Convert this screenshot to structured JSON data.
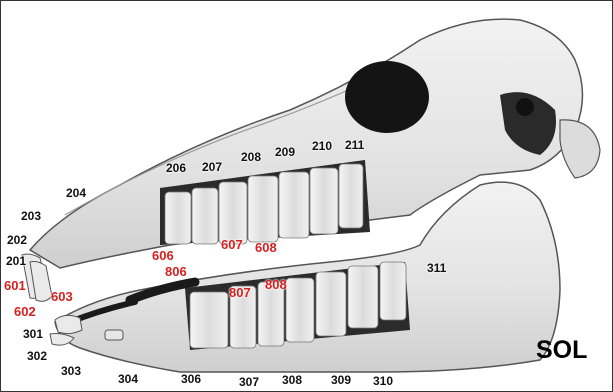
{
  "caption": "SOL",
  "upper_tooth_labels": [
    "204",
    "206",
    "207",
    "208",
    "209",
    "210",
    "211"
  ],
  "incisor_labels": [
    "203",
    "202",
    "201",
    "301",
    "302",
    "303"
  ],
  "lower_tooth_labels": [
    "304",
    "306",
    "307",
    "308",
    "309",
    "310",
    "311"
  ],
  "deciduous_labels": [
    "601",
    "602",
    "603",
    "606",
    "607",
    "608",
    "806",
    "807",
    "808"
  ],
  "colors": {
    "label_black": "#111111",
    "label_red": "#d61f1f",
    "bone": "#e9e9e9",
    "dark": "#202020"
  }
}
